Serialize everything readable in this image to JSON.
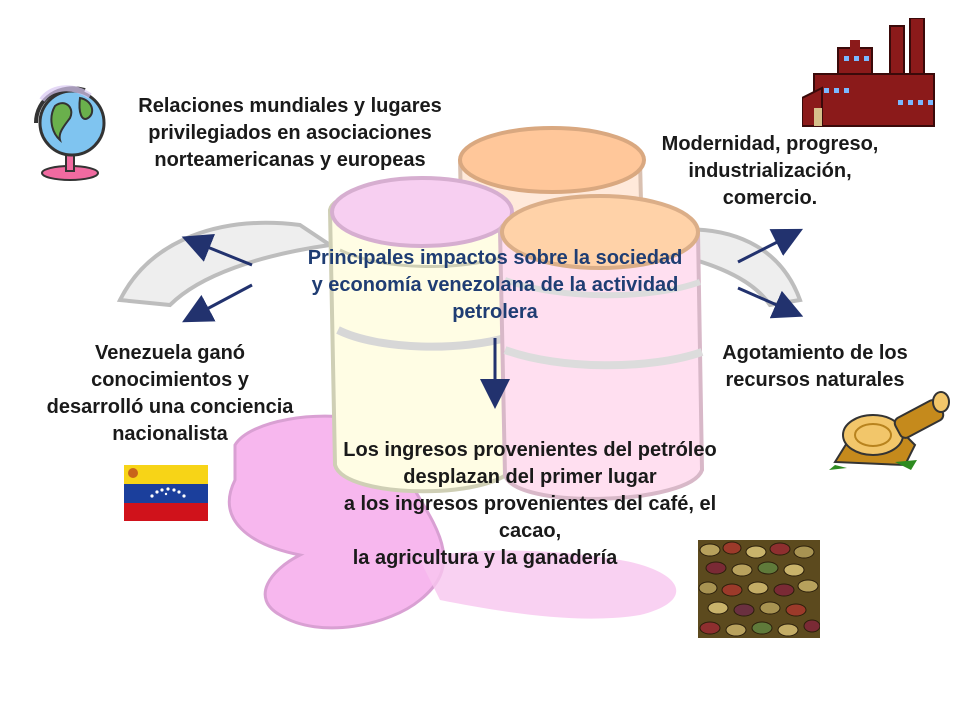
{
  "center": {
    "line1": "Principales impactos sobre la sociedad",
    "line2": "y economía venezolana de la actividad",
    "line3": "petrolera"
  },
  "top_left": {
    "line1": "Relaciones mundiales y lugares",
    "line2": "privilegiados en asociaciones",
    "line3": "norteamericanas y europeas"
  },
  "top_right": {
    "line1": "Modernidad, progreso,",
    "line2": "industrialización,",
    "line3": "comercio."
  },
  "left": {
    "line1": "Venezuela ganó",
    "line2": "conocimientos y",
    "line3": "desarrolló una conciencia",
    "line4": "nacionalista"
  },
  "right": {
    "line1": "Agotamiento de los",
    "line2": "recursos naturales"
  },
  "bottom": {
    "line1": "Los ingresos provenientes del petróleo",
    "line2": "desplazan del primer lugar",
    "line3": "a los ingresos provenientes del café, el",
    "line4": "cacao,",
    "line5": "la agricultura y la ganadería"
  },
  "colors": {
    "arrow": "#22326e",
    "center_text": "#1f3d73",
    "factory": "#8b1a1a",
    "flag_yellow": "#f7d417",
    "flag_blue": "#1b3f9c",
    "flag_red": "#d0121b"
  },
  "icons": [
    "globe-icon",
    "factory-icon",
    "log-icon",
    "venezuela-flag-icon",
    "cacao-beans-image"
  ]
}
